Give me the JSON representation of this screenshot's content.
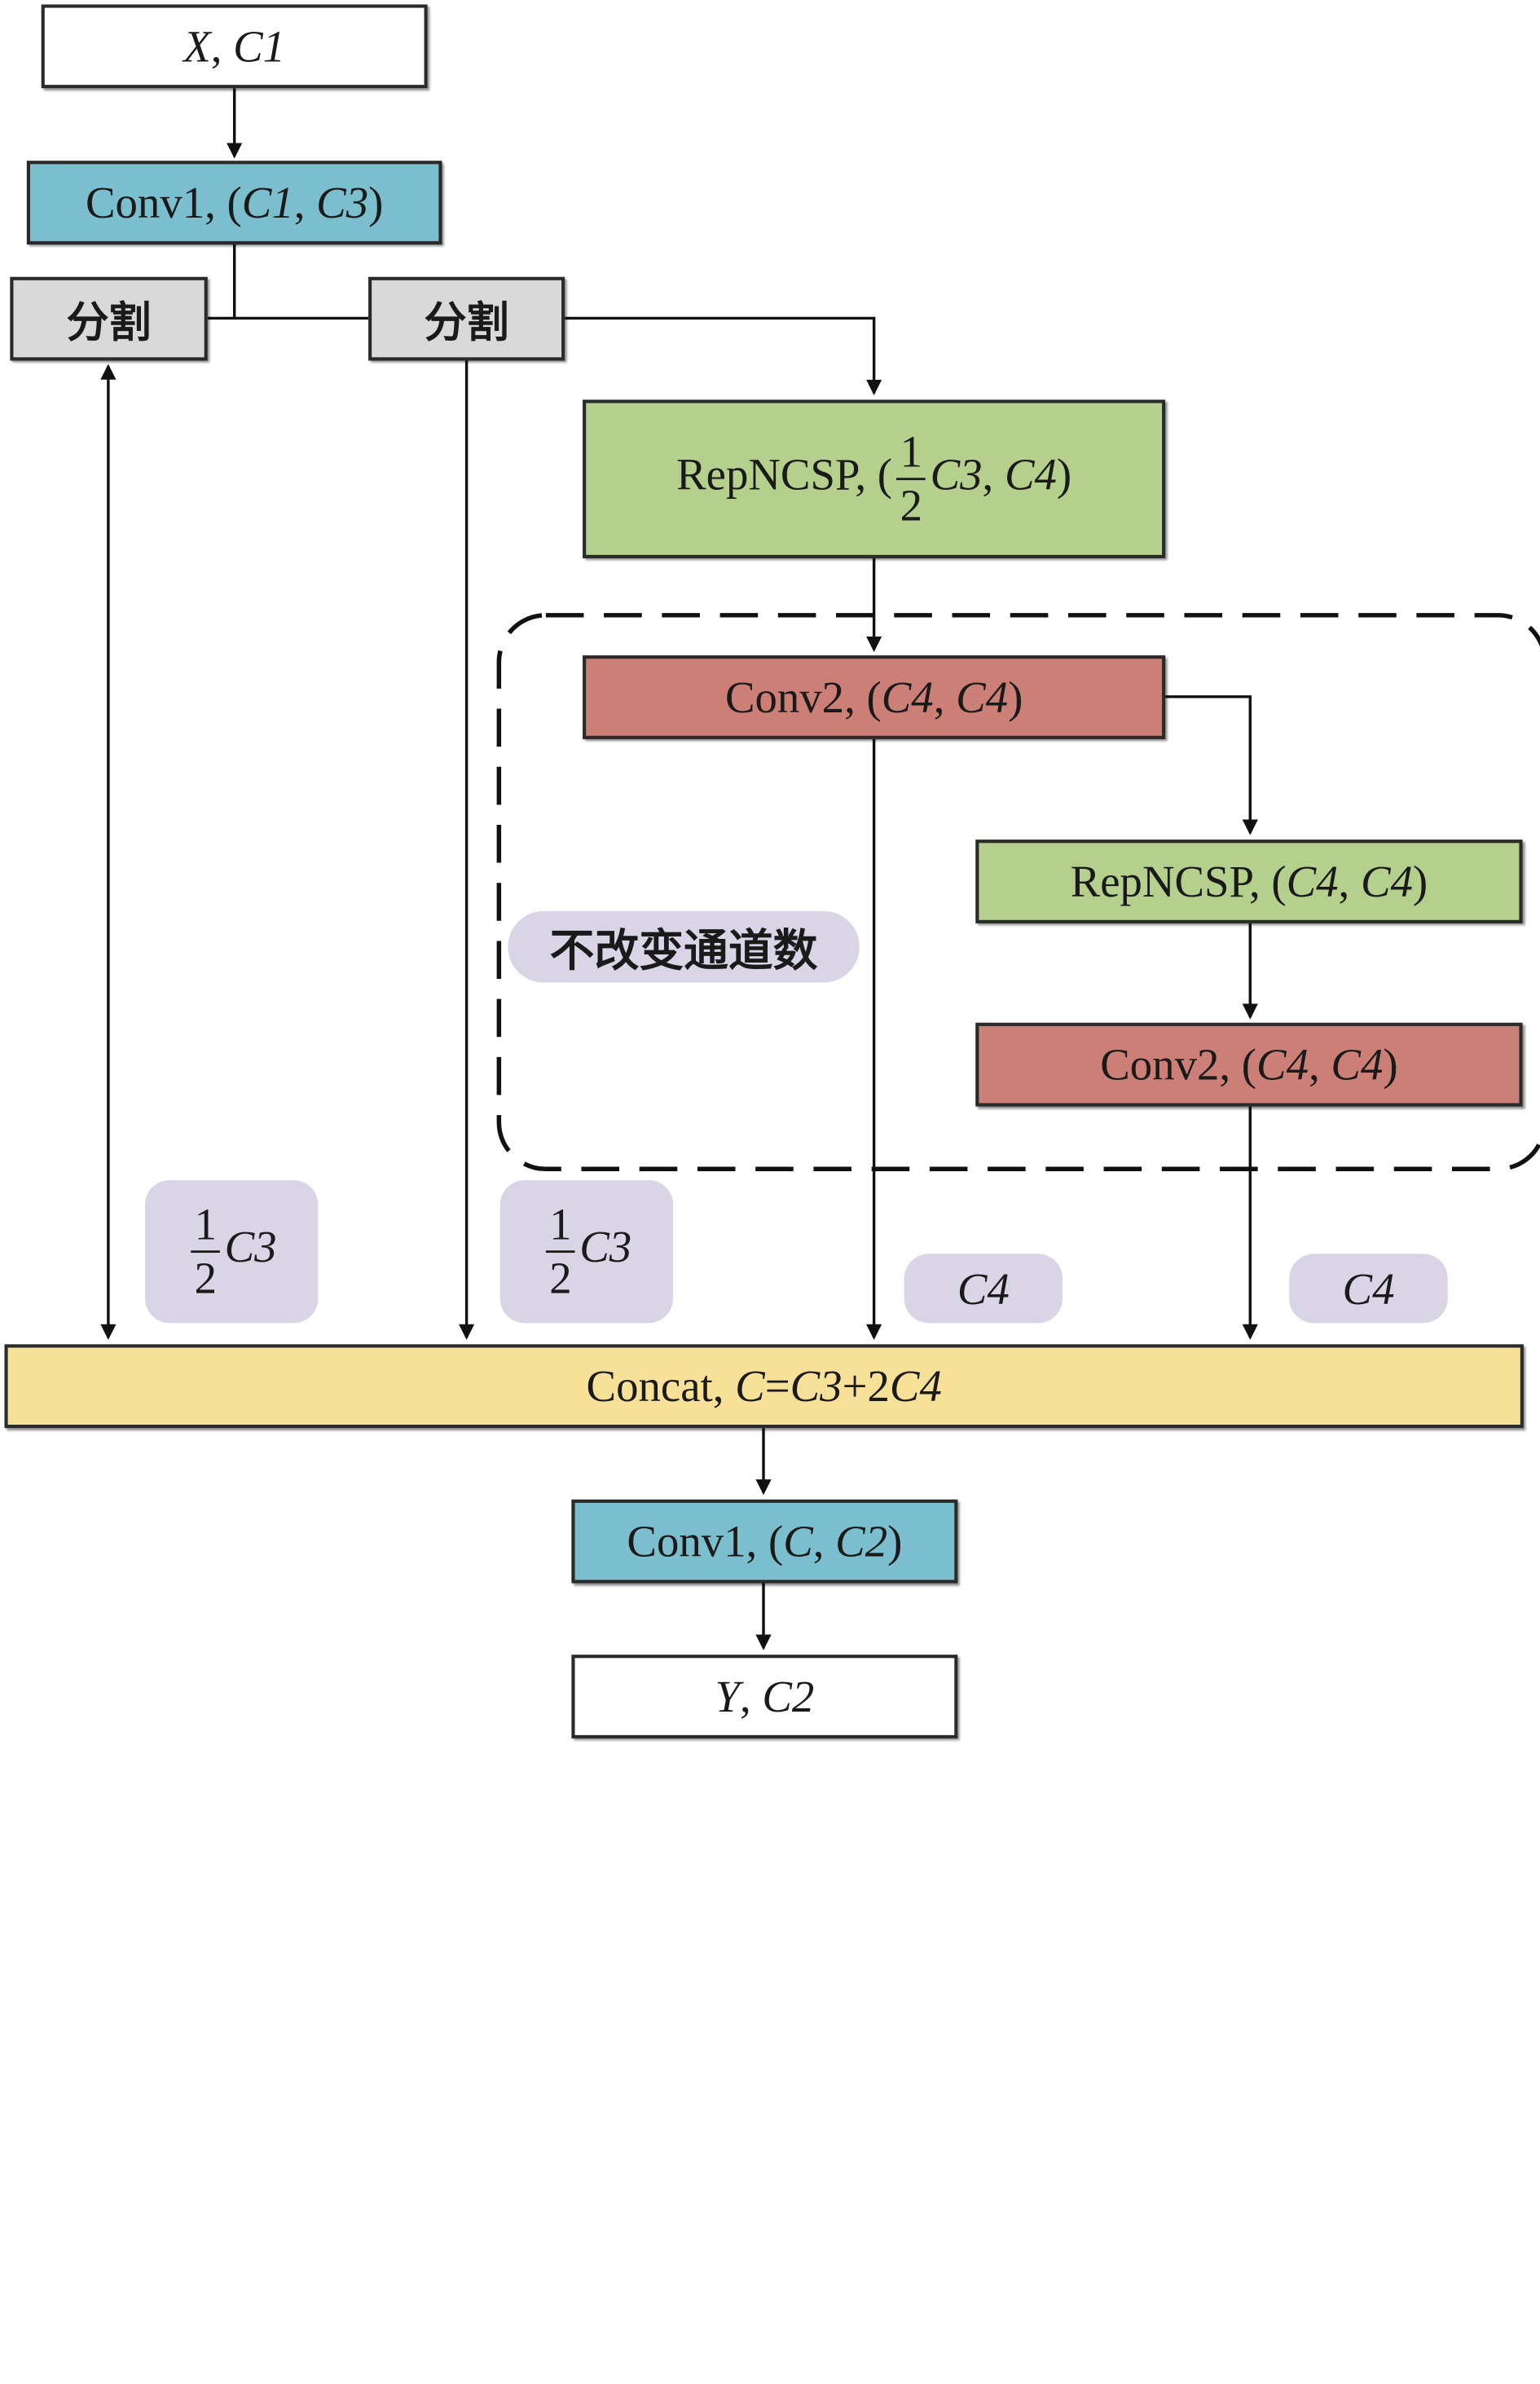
{
  "diagram": {
    "input": {
      "var": "X",
      "channel": "C1"
    },
    "conv1_top": {
      "name": "Conv1",
      "args": [
        "C1",
        "C3"
      ]
    },
    "split_left": {
      "label": "分割"
    },
    "split_right": {
      "label": "分割"
    },
    "repncsp_main": {
      "name": "RepNCSP",
      "frac_num": "1",
      "frac_den": "2",
      "arg1": "C3",
      "arg2": "C4"
    },
    "conv2_a": {
      "name": "Conv2",
      "args": [
        "C4",
        "C4"
      ]
    },
    "repncsp_inner": {
      "name": "RepNCSP",
      "args": [
        "C4",
        "C4"
      ]
    },
    "conv2_b": {
      "name": "Conv2",
      "args": [
        "C4",
        "C4"
      ]
    },
    "group_note": "不改变通道数",
    "branch_labels": {
      "half1": {
        "num": "1",
        "den": "2",
        "var": "C3"
      },
      "half2": {
        "num": "1",
        "den": "2",
        "var": "C3"
      },
      "c4a": "C4",
      "c4b": "C4"
    },
    "concat": {
      "name": "Concat",
      "formula_lhs": "C",
      "formula_rhs_1": "C3",
      "formula_plus": "+2",
      "formula_rhs_2": "C4"
    },
    "conv1_bottom": {
      "name": "Conv1",
      "args": [
        "C",
        "C2"
      ]
    },
    "output": {
      "var": "Y",
      "channel": "C2"
    }
  },
  "colors": {
    "conv1": "#7bbfcf",
    "split": "#d9d9d9",
    "repncsp": "#b5cf8d",
    "conv2": "#cc7f77",
    "concat": "#f7e098",
    "label_pill": "#dad5e6"
  }
}
